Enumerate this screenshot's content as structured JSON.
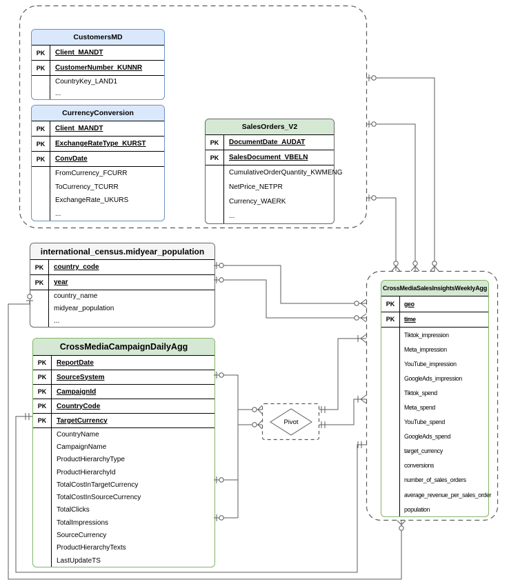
{
  "pk_label": "PK",
  "pivot": {
    "label": "Pivot"
  },
  "colors": {
    "blue_header": "#dae8fc",
    "blue_border": "#6c8ebf",
    "green_header": "#d5e8d4",
    "green_border": "#82b366",
    "plain_header": "#f5f5f5",
    "gray_border": "#666666",
    "line": "#595959"
  },
  "tables": [
    {
      "title": "CustomersMD",
      "theme": "blue",
      "pk_rows": [
        "Client_MANDT",
        "CustomerNumber_KUNNR"
      ],
      "body_rows": [
        "CountryKey_LAND1",
        "..."
      ]
    },
    {
      "title": "CurrencyConversion",
      "theme": "blue",
      "pk_rows": [
        "Client_MANDT",
        "ExchangeRateType_KURST",
        "ConvDate"
      ],
      "body_rows": [
        "FromCurrency_FCURR",
        "ToCurrency_TCURR",
        "ExchangeRate_UKURS",
        "..."
      ]
    },
    {
      "title": "SalesOrders_V2",
      "theme": "green",
      "pk_rows": [
        "DocumentDate_AUDAT",
        "SalesDocument_VBELN"
      ],
      "body_rows": [
        "CumulativeOrderQuantity_KWMENG",
        "NetPrice_NETPR",
        "Currency_WAERK",
        "..."
      ]
    },
    {
      "title": "international_census.midyear_population",
      "theme": "plain",
      "pk_rows": [
        "country_code",
        "year"
      ],
      "body_rows": [
        "country_name",
        "midyear_population",
        "..."
      ]
    },
    {
      "title": "CrossMediaCampaignDailyAgg",
      "theme": "green",
      "pk_rows": [
        "ReportDate",
        "SourceSystem",
        "CampaignId",
        "CountryCode",
        "TargetCurrency"
      ],
      "body_rows": [
        "CountryName",
        "CampaignName",
        "ProductHierarchyType",
        "ProductHierarchyId",
        "TotalCostInTargetCurrency",
        "TotalCostInSourceCurrency",
        "TotalClicks",
        "TotalImpressions",
        "SourceCurrency",
        "ProductHierarchyTexts",
        "LastUpdateTS"
      ]
    },
    {
      "title": "CrossMediaSalesInsightsWeeklyAgg",
      "theme": "green",
      "pk_rows": [
        "geo",
        "time"
      ],
      "body_rows": [
        "Tiktok_impression",
        "Meta_impression",
        "YouTube_impression",
        "GoogleAds_impression",
        "Tiktok_spend",
        "Meta_spend",
        "YouTube_spend",
        "GoogleAds_spend",
        "target_currency",
        "conversions",
        "number_of_sales_orders",
        "average_revenue_per_sales_order",
        "population"
      ]
    }
  ],
  "relationships": [
    {
      "from": "source-group",
      "to": "weekly-agg-group",
      "from_card": "zero-or-one",
      "to_card": "zero-or-many",
      "count": 3
    },
    {
      "from": "international_census.midyear_population.country_code",
      "to": "CrossMediaSalesInsightsWeeklyAgg.geo",
      "from_card": "zero-or-one",
      "to_card": "zero-or-many"
    },
    {
      "from": "international_census.midyear_population.year",
      "to": "CrossMediaSalesInsightsWeeklyAgg.time",
      "from_card": "zero-or-one",
      "to_card": "zero-or-many"
    },
    {
      "from": "international_census.midyear_population",
      "to": "weekly-agg-group-bottom",
      "from_card": "zero-or-one",
      "to_card": "zero-or-many"
    },
    {
      "from": "CrossMediaCampaignDailyAgg.SourceSystem",
      "to": "Pivot",
      "from_card": "zero-or-one",
      "to_card": "zero-or-many"
    },
    {
      "from": "CrossMediaCampaignDailyAgg.TotalCostInTargetCurrency",
      "to": "Pivot",
      "from_card": "zero-or-one",
      "to_card": "zero-or-many"
    },
    {
      "from": "CrossMediaCampaignDailyAgg.TotalImpressions",
      "to": "Pivot",
      "from_card": "zero-or-one",
      "to_card": "zero-or-many"
    },
    {
      "from": "Pivot",
      "to": "weekly-agg-group",
      "from_card": "exactly-one",
      "to_card": "one-or-many",
      "count": 2
    },
    {
      "from": "CrossMediaCampaignDailyAgg.TargetCurrency",
      "to": "weekly-agg-group",
      "from_card": "exactly-one",
      "to_card": "exactly-one"
    }
  ]
}
